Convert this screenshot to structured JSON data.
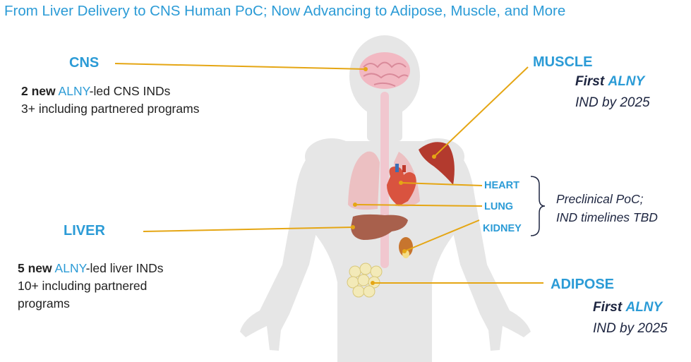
{
  "title": "From Liver Delivery to CNS Human PoC; Now Advancing to Adipose, Muscle, and More",
  "cns": {
    "heading": "CNS",
    "line1_bold": "2 new",
    "line1_brand": "ALNY",
    "line1_rest": "-led CNS INDs",
    "line2": "3+ including partnered programs"
  },
  "liver": {
    "heading": "LIVER",
    "line1_bold": "5 new",
    "line1_brand": "ALNY",
    "line1_rest": "-led liver INDs",
    "line2": "10+ including partnered",
    "line3": "programs"
  },
  "muscle": {
    "heading": "MUSCLE",
    "first": "First",
    "brand": "ALNY",
    "ind": "IND by 2025"
  },
  "adipose": {
    "heading": "ADIPOSE",
    "first": "First",
    "brand": "ALNY",
    "ind": "IND by 2025"
  },
  "small_organs": {
    "heart": "HEART",
    "lung": "LUNG",
    "kidney": "KIDNEY"
  },
  "preclinical": {
    "line1": "Preclinical PoC;",
    "line2": "IND timelines TBD"
  },
  "colors": {
    "accent": "#2b9bd6",
    "connector": "#e5a614",
    "body": "#e6e6e6",
    "brain": "#f2b8c2",
    "liver": "#a8604c",
    "muscle": "#b33a2e",
    "lung": "#ecc0c2",
    "fat": "#f3eab8"
  }
}
